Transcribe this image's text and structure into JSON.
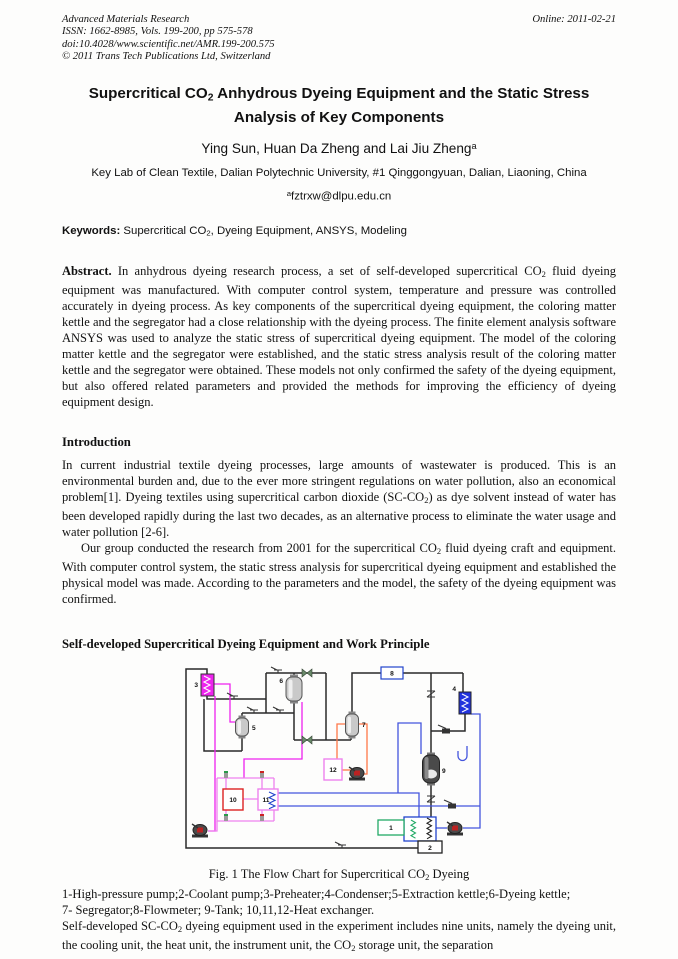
{
  "header": {
    "journal": "Advanced Materials Research",
    "issn_line": "ISSN: 1662-8985, Vols. 199-200, pp 575-578",
    "doi_line": "doi:10.4028/www.scientific.net/AMR.199-200.575",
    "copyright_line": "© 2011 Trans Tech Publications Ltd, Switzerland",
    "online_date": "Online: 2011-02-21"
  },
  "title_rich": [
    {
      "t": "Supercritical CO"
    },
    {
      "t": "2",
      "m": "sub"
    },
    {
      "t": " Anhydrous Dyeing Equipment and the Static Stress Analysis of Key Components"
    }
  ],
  "authors_rich": [
    {
      "t": "Ying Sun, Huan Da Zheng and Lai Jiu Zheng"
    },
    {
      "t": "a",
      "m": "sup"
    }
  ],
  "affiliation": "Key Lab of Clean Textile, Dalian Polytechnic University, #1 Qinggongyuan, Dalian, Liaoning, China",
  "email_rich": [
    {
      "t": "a",
      "m": "sup"
    },
    {
      "t": "fztrxw@dlpu.edu.cn"
    }
  ],
  "keywords_label": "Keywords:",
  "keywords_rich": [
    {
      "t": " Supercritical CO"
    },
    {
      "t": "2",
      "m": "sub"
    },
    {
      "t": ", Dyeing Equipment, ANSYS, Modeling"
    }
  ],
  "abstract_label": "Abstract.",
  "abstract_rich": [
    {
      "t": " In anhydrous dyeing research process, a set of self-developed supercritical CO"
    },
    {
      "t": "2",
      "m": "sub"
    },
    {
      "t": " fluid dyeing equipment was manufactured. With computer control system, temperature and pressure was controlled accurately in dyeing process. As key components of the supercritical dyeing equipment, the coloring matter kettle and the segregator had a close relationship with the dyeing process. The finite element analysis software ANSYS was used to analyze the static stress of supercritical dyeing equipment. The model of the coloring matter kettle and the segregator were established, and the static stress analysis result of the coloring matter kettle and the segregator were obtained. These models not only confirmed the safety of the dyeing equipment, but also offered related parameters and provided the methods for improving the efficiency of dyeing equipment design."
    }
  ],
  "sections": {
    "intro_heading": "Introduction",
    "equip_heading": "Self-developed Supercritical Dyeing Equipment and Work Principle"
  },
  "intro_p1_rich": [
    {
      "t": "In current industrial textile dyeing processes, large amounts of wastewater is produced. This is an environmental burden and, due to the ever more stringent regulations on water pollution, also an economical problem[1]. Dyeing textiles using supercritical carbon dioxide (SC-CO"
    },
    {
      "t": "2",
      "m": "sub"
    },
    {
      "t": ") as dye solvent instead of water has been developed rapidly during the last two decades, as an alternative process to eliminate the water usage and water pollution [2-6]."
    }
  ],
  "intro_p2_rich": [
    {
      "t": "Our group conducted the research from 2001 for the supercritical CO"
    },
    {
      "t": "2",
      "m": "sub"
    },
    {
      "t": " fluid dyeing craft and equipment. With computer control system, the static stress analysis for supercritical dyeing equipment and established the physical model was made. According to the parameters and the model, the safety of the dyeing equipment was confirmed."
    }
  ],
  "figure": {
    "caption_rich": [
      {
        "t": "Fig. 1 The Flow Chart for Supercritical CO"
      },
      {
        "t": "2",
        "m": "sub"
      },
      {
        "t": " Dyeing"
      }
    ],
    "legend_line1": "1-High-pressure pump;2-Coolant pump;3-Preheater;4-Condenser;5-Extraction kettle;6-Dyeing kettle;",
    "legend_line2": "7- Segregator;8-Flowmeter; 9-Tank; 10,11,12-Heat exchanger.",
    "components": {
      "c1": "1",
      "c2": "2",
      "c3": "3",
      "c4": "4",
      "c5": "5",
      "c6": "6",
      "c7": "7",
      "c8": "8",
      "c9": "9",
      "c10": "10",
      "c11": "11",
      "c12": "12"
    },
    "colors": {
      "pipe_black": "#2a2a2a",
      "pipe_magenta": "#ee22ee",
      "pipe_pink": "#ee82ee",
      "pipe_blue": "#4455dd",
      "pipe_orange": "#ff7748",
      "green": "#22aa66",
      "red_box": "#dd2222",
      "condenser_blue": "#2233dd"
    }
  },
  "body_end_rich": [
    {
      "t": "Self-developed SC-CO"
    },
    {
      "t": "2",
      "m": "sub"
    },
    {
      "t": " dyeing equipment used in the experiment includes nine units, namely the dyeing unit, the cooling unit, the heat unit, the instrument unit, the CO"
    },
    {
      "t": "2",
      "m": "sub"
    },
    {
      "t": " storage unit, the separation"
    }
  ]
}
